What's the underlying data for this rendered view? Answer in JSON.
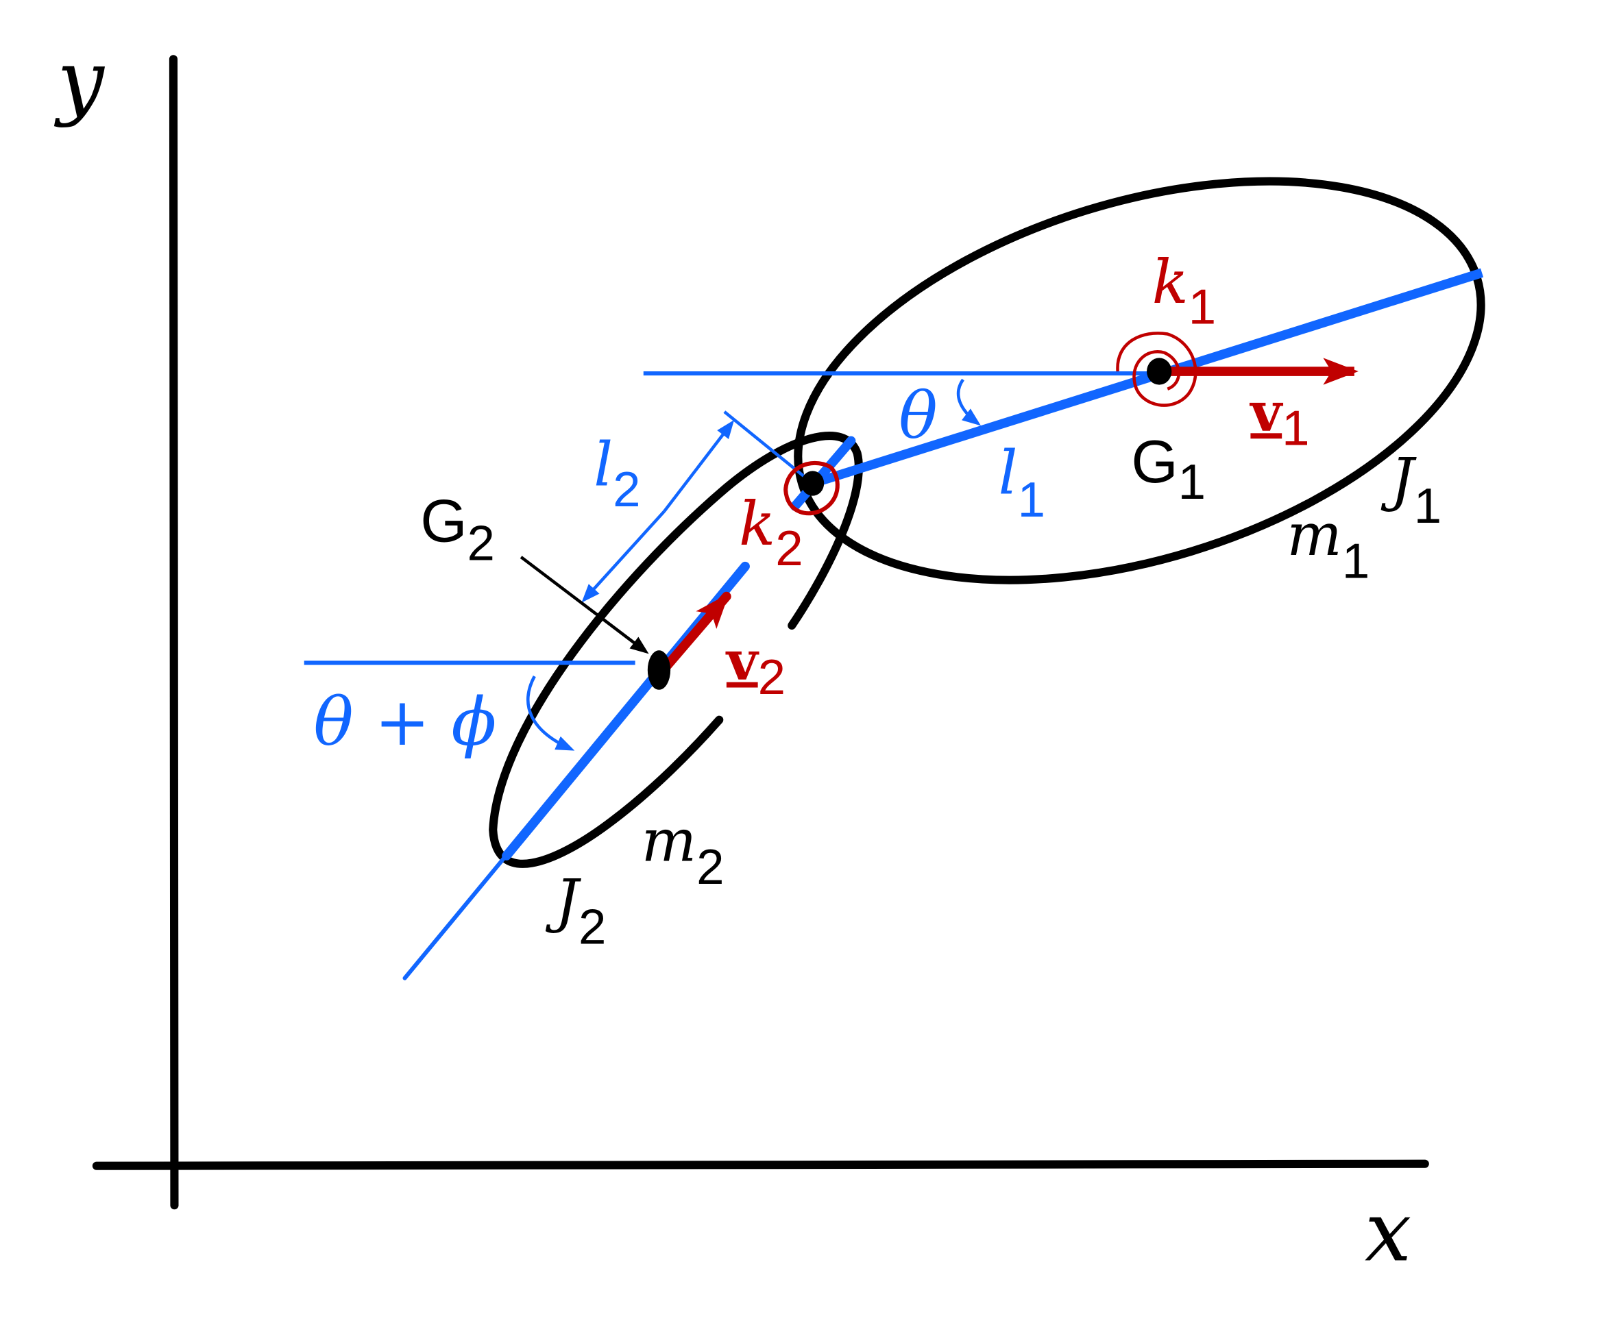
{
  "axes": {
    "x_label": "x",
    "y_label": "y"
  },
  "body1": {
    "centroid": "G",
    "centroid_sub": "1",
    "mass": "m",
    "mass_sub": "1",
    "inertia": "J",
    "inertia_sub": "1",
    "length": "l",
    "length_sub": "1",
    "spring": "k",
    "spring_sub": "1",
    "velocity": "v",
    "velocity_sub": "1",
    "angle": "θ"
  },
  "body2": {
    "centroid": "G",
    "centroid_sub": "2",
    "mass": "m",
    "mass_sub": "2",
    "inertia": "J",
    "inertia_sub": "2",
    "length": "l",
    "length_sub": "2",
    "spring": "k",
    "spring_sub": "2",
    "velocity": "v",
    "velocity_sub": "2",
    "angle": "θ + ϕ"
  },
  "colors": {
    "blue": "#1166ff",
    "red": "#c00000",
    "black": "#000000"
  }
}
